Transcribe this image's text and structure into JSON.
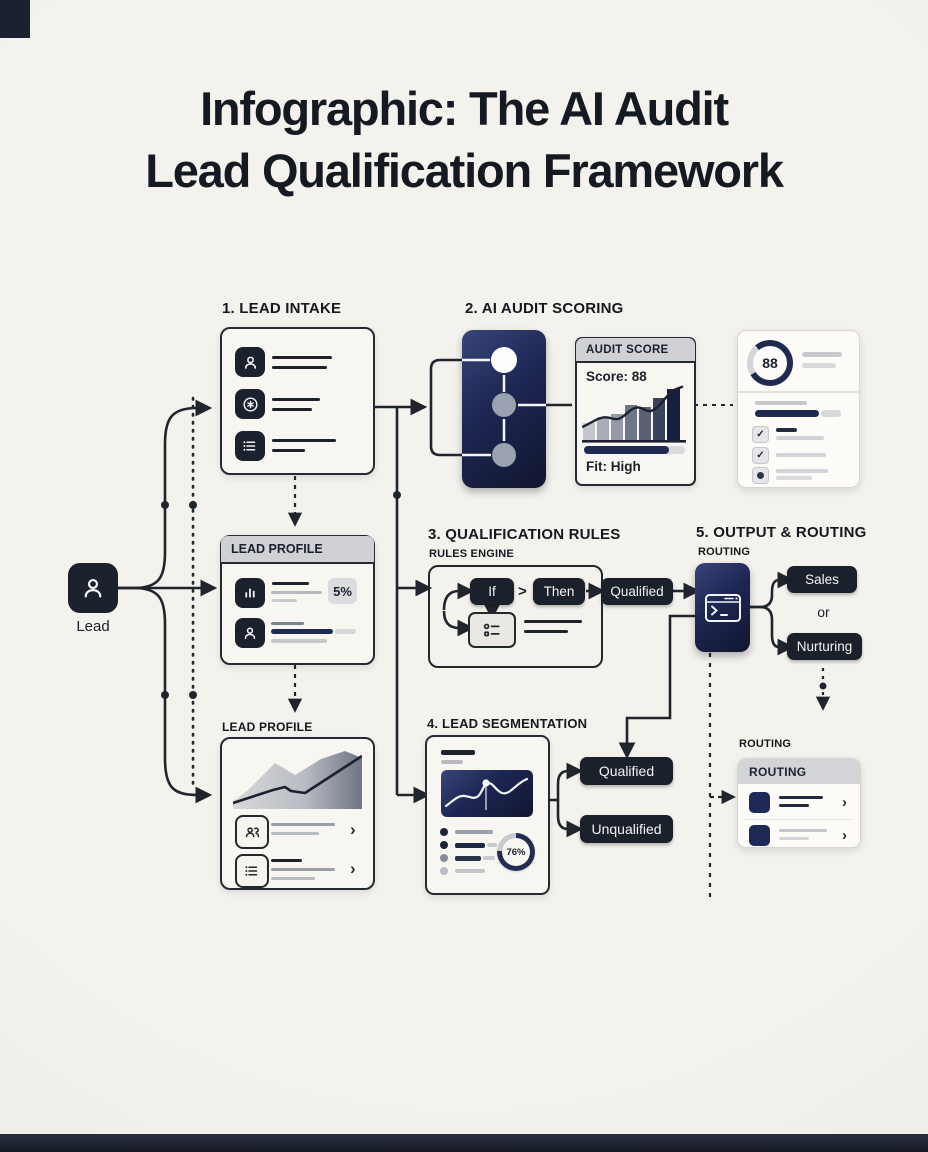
{
  "title": {
    "line1": "Infographic: The AI Audit",
    "line2": "Lead Qualification Framework"
  },
  "colors": {
    "ink": "#1b212b",
    "accent_navy": "#1e2a56",
    "background": "#f2f0ea",
    "header_gray": "#d0d1d6"
  },
  "lead": {
    "label": "Lead"
  },
  "intake": {
    "label": "1. LEAD INTAKE"
  },
  "scoring": {
    "label": "2. AI AUDIT SCORING",
    "audit_card": {
      "header": "AUDIT SCORE",
      "score": "Score: 88",
      "fit": "Fit: High"
    }
  },
  "score_summary": {
    "gauge": "88"
  },
  "profile_mid": {
    "header": "LEAD PROFILE",
    "badge": "5%"
  },
  "profile_bottom": {
    "label": "LEAD PROFILE"
  },
  "rules": {
    "label": "3. QUALIFICATION RULES",
    "sublabel": "RULES ENGINE",
    "if_label": "If",
    "gt": ">",
    "then_label": "Then",
    "qualified_label": "Qualified"
  },
  "segmentation": {
    "label": "4. LEAD SEGMENTATION",
    "gauge": "76%",
    "qualified": "Qualified",
    "unqualified": "Unqualified"
  },
  "output": {
    "label": "5. OUTPUT & ROUTING",
    "sublabel": "ROUTING",
    "sales": "Sales",
    "or_label": "or",
    "nurturing": "Nurturing",
    "routing_label": "ROUTING",
    "routing_card_header": "ROUTING"
  }
}
